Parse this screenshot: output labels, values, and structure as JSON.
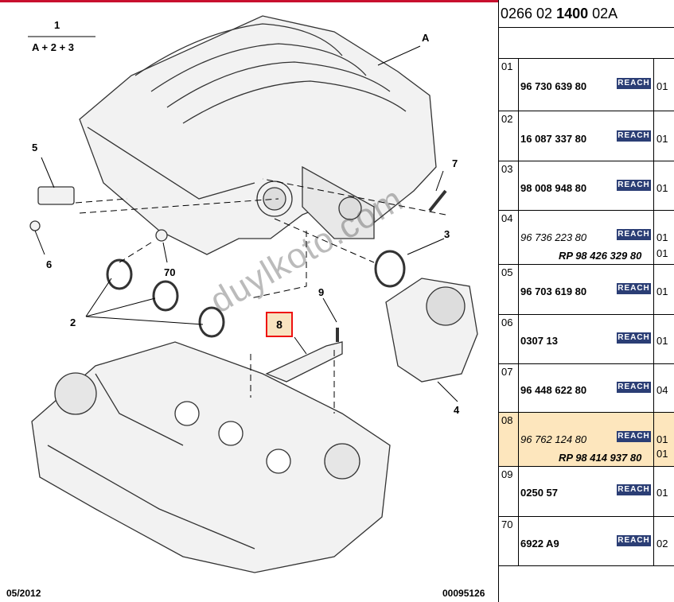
{
  "diagram": {
    "callouts": {
      "group": "1",
      "group_sub": "A + 2 + 3",
      "a": "A",
      "c5": "5",
      "c6": "6",
      "c7": "7",
      "c70": "70",
      "c3": "3",
      "c2": "2",
      "c9": "9",
      "c8": "8",
      "c4": "4"
    },
    "watermark": "duylkoto.com",
    "date": "05/2012",
    "plate": "00095126"
  },
  "panel": {
    "ref_prefix": "0266 02 ",
    "ref_bold": "1400",
    "ref_suffix": " 02A",
    "reach_label": "REACH",
    "rows": [
      {
        "idx": "01",
        "part": "96 730 639 80",
        "qty": "01"
      },
      {
        "idx": "02",
        "part": "16 087 337 80",
        "qty": "01"
      },
      {
        "idx": "03",
        "part": "98 008 948 80",
        "qty": "01"
      },
      {
        "idx": "04",
        "part": "96 736 223 80",
        "qty": "01",
        "rp": "RP 98 426 329 80",
        "qty2": "01"
      },
      {
        "idx": "05",
        "part": "96 703 619 80",
        "qty": "01"
      },
      {
        "idx": "06",
        "part": "0307 13",
        "qty": "01"
      },
      {
        "idx": "07",
        "part": "96 448 622 80",
        "qty": "04"
      },
      {
        "idx": "08",
        "part": "96 762 124 80",
        "qty": "01",
        "rp": "RP 98 414 937 80",
        "qty2": "01"
      },
      {
        "idx": "09",
        "part": "0250 57",
        "qty": "01"
      },
      {
        "idx": "70",
        "part": "6922 A9",
        "qty": "02"
      }
    ]
  },
  "colors": {
    "accent": "#c8102e",
    "reach_badge": "#2b3e75",
    "highlight": "#fde6bd",
    "callout_border": "#e11111"
  }
}
